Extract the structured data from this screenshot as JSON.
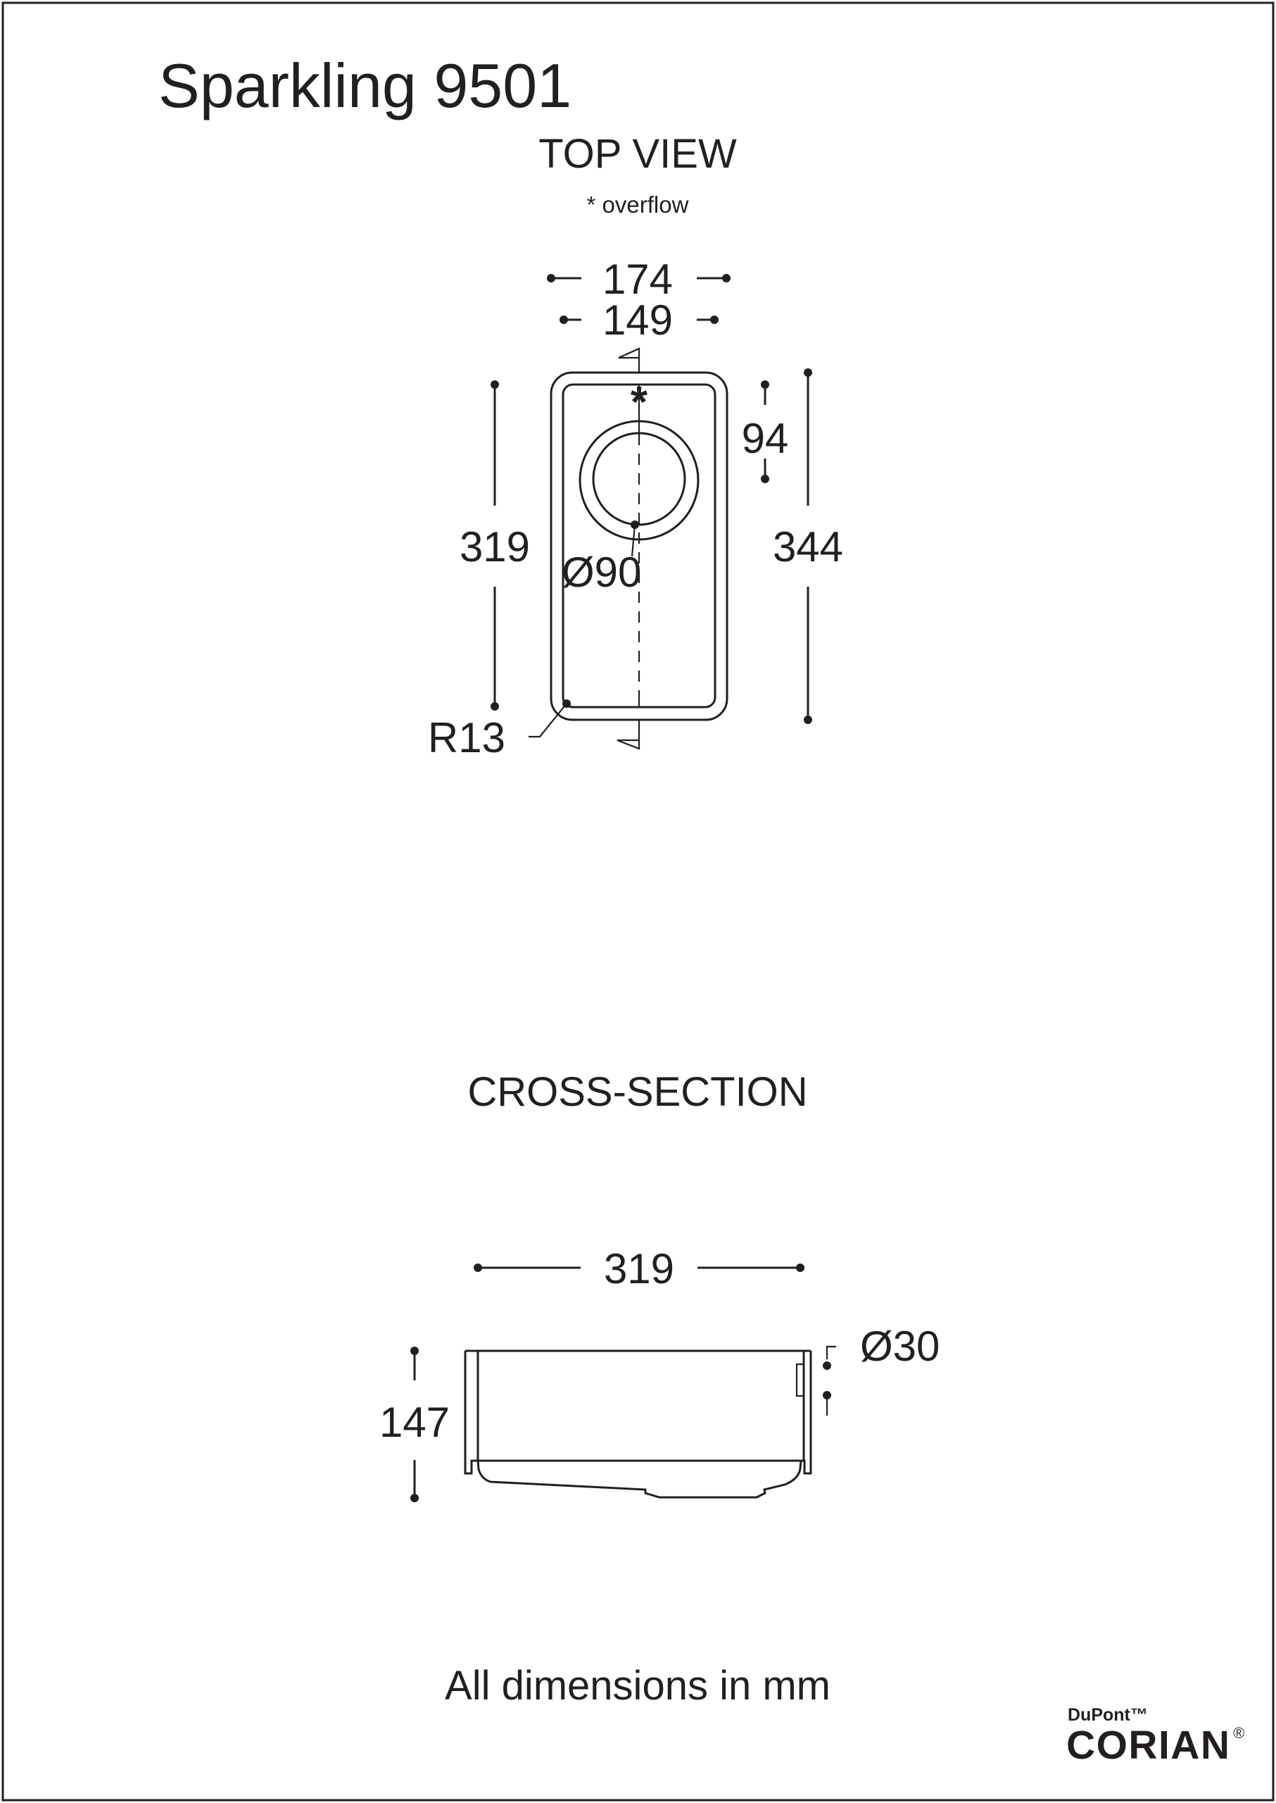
{
  "title": "Sparkling 9501",
  "top_view": {
    "heading": "TOP VIEW",
    "note": "* overflow",
    "overflow_mark": "*",
    "dim_outer_width": "174",
    "dim_inner_width": "149",
    "dim_inner_length": "319",
    "dim_outer_length": "344",
    "dim_drain_offset": "94",
    "dim_drain_diameter": "Ø90",
    "dim_corner_radius": "R13"
  },
  "cross_section": {
    "heading": "CROSS-SECTION",
    "dim_length": "319",
    "dim_depth": "147",
    "dim_overflow_diameter": "Ø30"
  },
  "footer": {
    "units_note": "All dimensions in mm"
  },
  "logo": {
    "brand_small": "DuPont™",
    "brand_large": "CORIAN",
    "registered": "®"
  },
  "colors": {
    "ink": "#231f20",
    "background": "#ffffff"
  }
}
